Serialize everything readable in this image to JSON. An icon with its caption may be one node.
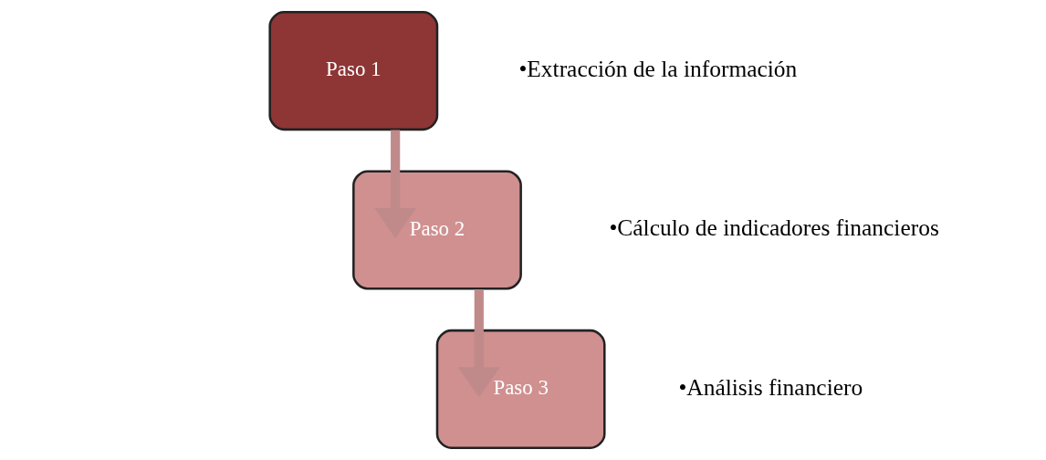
{
  "diagram": {
    "nodes": [
      {
        "text": [
          "Paso 1"
        ],
        "beside": [
          "•Extracción de la información"
        ]
      },
      {
        "text": [
          "Paso 2"
        ],
        "beside": [
          "•Cálculo de indicadores financieros"
        ]
      },
      {
        "text": [
          "Paso 3"
        ],
        "beside": [
          "•Análisis financiero"
        ]
      }
    ],
    "edges": [
      {
        "from": 0,
        "to": 1,
        "arrow": "to"
      },
      {
        "from": 1,
        "to": 2,
        "arrow": "to"
      }
    ]
  }
}
